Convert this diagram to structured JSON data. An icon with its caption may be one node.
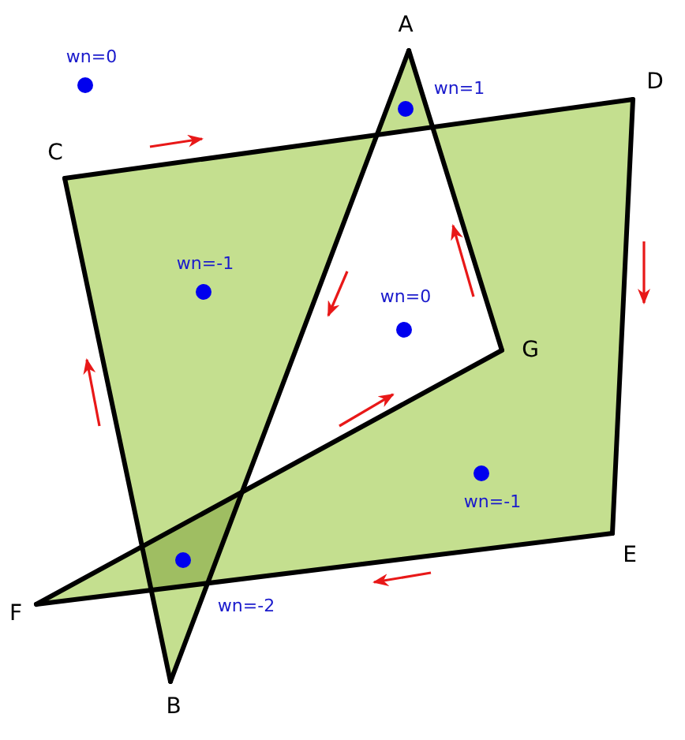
{
  "diagram": {
    "nodes": [
      {
        "text": [
          "A"
        ]
      },
      {
        "text": [
          "D"
        ]
      },
      {
        "text": [
          "C"
        ]
      },
      {
        "text": [
          "G"
        ]
      },
      {
        "text": [
          "E"
        ]
      },
      {
        "text": [
          "F"
        ]
      },
      {
        "text": [
          "B"
        ]
      }
    ],
    "edges": [
      {
        "from": 2,
        "to": 1,
        "arrow": "none"
      },
      {
        "from": 1,
        "to": 4,
        "arrow": "none"
      },
      {
        "from": 4,
        "to": 5,
        "arrow": "none"
      },
      {
        "from": 5,
        "to": 3,
        "arrow": "none"
      },
      {
        "from": 3,
        "to": 0,
        "arrow": "none"
      },
      {
        "from": 0,
        "to": 6,
        "arrow": "none"
      },
      {
        "from": 6,
        "to": 2,
        "arrow": "none"
      }
    ],
    "labels": [
      "wn=0",
      "wn=1",
      "wn=-1",
      "wn=0",
      "wn=-1",
      "wn=-2"
    ]
  }
}
